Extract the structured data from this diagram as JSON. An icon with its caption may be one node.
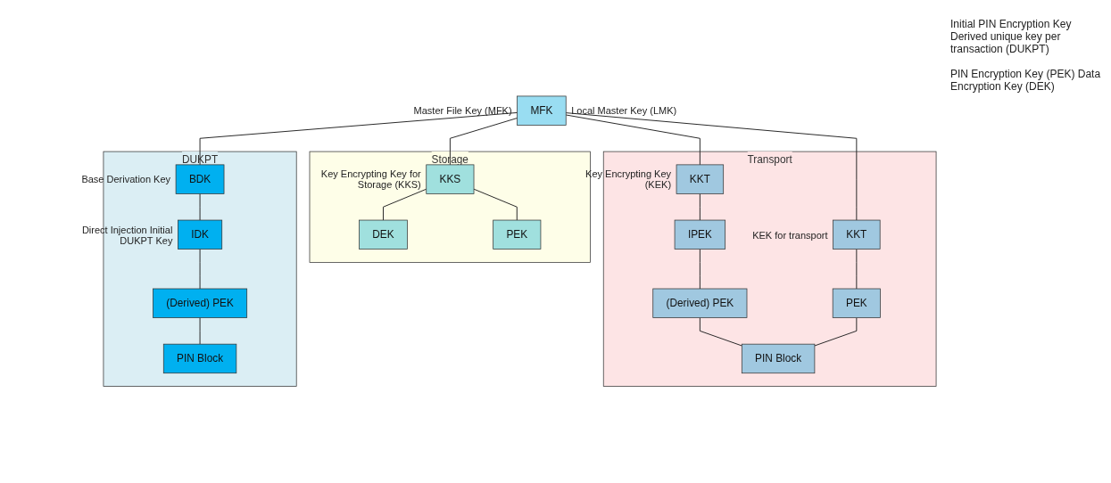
{
  "diagram": {
    "nodes": [
      {
        "text": [
          "MFK"
        ],
        "beside": [
          "Master File Key (MFK)",
          "Local Master Key (LMK)"
        ]
      },
      {
        "text": [
          "DUKPT"
        ]
      },
      {
        "text": [
          "BDK"
        ],
        "in": 1,
        "beside": [
          "Base Derivation Key"
        ]
      },
      {
        "text": [
          "IDK"
        ],
        "in": 1,
        "beside": [
          "Direct Injection Initial DUKPT Key"
        ]
      },
      {
        "text": [
          "(Derived) PEK"
        ],
        "in": 1
      },
      {
        "text": [
          "PIN Block"
        ],
        "in": 1
      },
      {
        "text": [
          "Transport"
        ]
      },
      {
        "text": [
          "KKT"
        ],
        "in": 6,
        "beside": [
          "Key Encrypting Key (KEK)"
        ]
      },
      {
        "text": [
          "KKT"
        ],
        "in": 6,
        "beside": [
          "KEK for transport"
        ]
      },
      {
        "text": [
          "IPEK"
        ],
        "in": 6
      },
      {
        "text": [
          "(Derived) PEK"
        ],
        "in": 6
      },
      {
        "text": [
          "PEK"
        ],
        "in": 6
      },
      {
        "text": [
          "PIN Block"
        ],
        "in": 6
      },
      {
        "text": [
          "Storage"
        ]
      },
      {
        "text": [
          "KKS"
        ],
        "in": 13,
        "beside": [
          "Key Encrypting Key for Storage (KKS)"
        ]
      },
      {
        "text": [
          "DEK"
        ],
        "in": 13
      },
      {
        "text": [
          "PEK"
        ],
        "in": 13
      }
    ],
    "edges": [
      {
        "from": 0,
        "to": 2,
        "arrow": "none"
      },
      {
        "from": 0,
        "to": 7,
        "arrow": "none"
      },
      {
        "from": 0,
        "to": 8,
        "arrow": "none"
      },
      {
        "from": 0,
        "to": 14,
        "arrow": "none"
      },
      {
        "from": 2,
        "to": 3,
        "arrow": "none"
      },
      {
        "from": 3,
        "to": 4,
        "arrow": "none"
      },
      {
        "from": 4,
        "to": 5,
        "arrow": "none"
      },
      {
        "from": 7,
        "to": 9,
        "arrow": "none"
      },
      {
        "from": 9,
        "to": 10,
        "arrow": "none"
      },
      {
        "from": 8,
        "to": 11,
        "arrow": "none"
      },
      {
        "from": 10,
        "to": 12,
        "arrow": "none"
      },
      {
        "from": 11,
        "to": 12,
        "arrow": "none"
      },
      {
        "from": 14,
        "to": 15,
        "arrow": "none"
      },
      {
        "from": 14,
        "to": 16,
        "arrow": "none"
      }
    ],
    "labels": [
      "Initial PIN Encryption Key Derived unique key per transaction (DUKPT)",
      "PIN Encryption Key (PEK) Data Encryption Key (DEK)"
    ]
  }
}
